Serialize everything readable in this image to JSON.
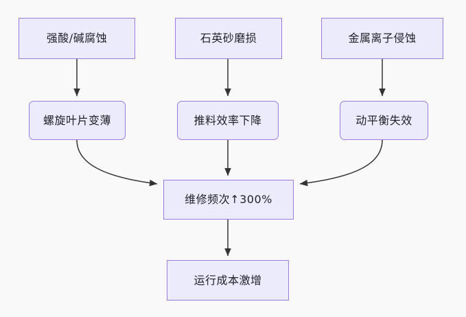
{
  "diagram": {
    "type": "flowchart",
    "direction": "top-to-bottom",
    "background_color": "#f9f9f9",
    "node_fill_color": "#ecebfb",
    "node_border_color": "#9b7cdc",
    "edge_color": "#333333",
    "nodes": [
      {
        "id": "acid",
        "label": "强酸/碱腐蚀",
        "row": "causes",
        "shape": "rect"
      },
      {
        "id": "sand",
        "label": "石英砂磨损",
        "row": "causes",
        "shape": "rect"
      },
      {
        "id": "metal",
        "label": "金属离子侵蚀",
        "row": "causes",
        "shape": "rect"
      },
      {
        "id": "blade",
        "label": "螺旋叶片变薄",
        "row": "effects",
        "shape": "round-rect"
      },
      {
        "id": "feed",
        "label": "推料效率下降",
        "row": "effects",
        "shape": "round-rect"
      },
      {
        "id": "balance",
        "label": "动平衡失效",
        "row": "effects",
        "shape": "round-rect"
      },
      {
        "id": "repair",
        "label": "维修频次↑300%",
        "row": "hub",
        "shape": "rect"
      },
      {
        "id": "cost",
        "label": "运行成本激增",
        "row": "outcome",
        "shape": "rect"
      }
    ],
    "edges": [
      {
        "from": "acid",
        "to": "blade",
        "style": "straight"
      },
      {
        "from": "sand",
        "to": "feed",
        "style": "straight"
      },
      {
        "from": "metal",
        "to": "balance",
        "style": "straight"
      },
      {
        "from": "blade",
        "to": "repair",
        "style": "curved"
      },
      {
        "from": "feed",
        "to": "repair",
        "style": "straight"
      },
      {
        "from": "balance",
        "to": "repair",
        "style": "curved"
      },
      {
        "from": "repair",
        "to": "cost",
        "style": "straight"
      }
    ]
  }
}
